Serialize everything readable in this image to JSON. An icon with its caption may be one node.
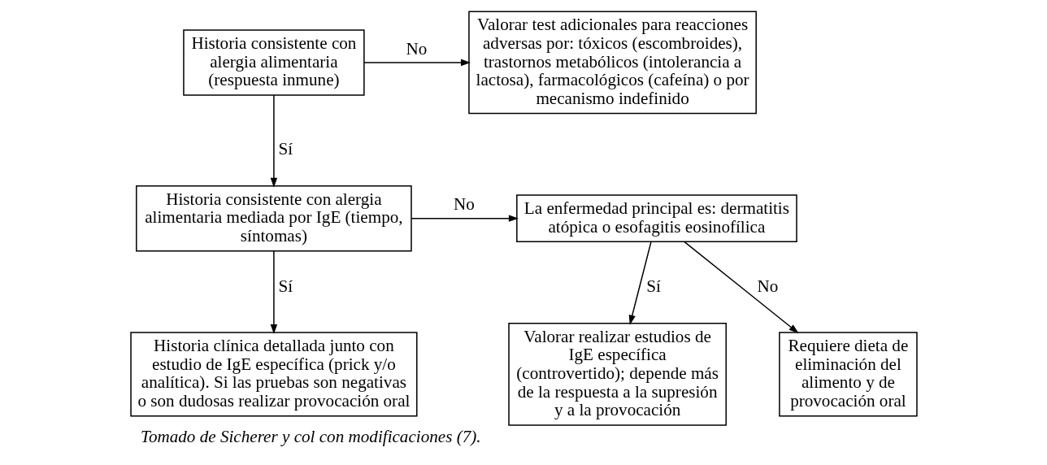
{
  "diagram": {
    "caption": "Tomado de Sicherer y col con modificaciones (7).",
    "nodes": [
      {
        "text": [
          "Historia consistente con alergia alimentaria (respuesta inmune)"
        ]
      },
      {
        "text": [
          "Valorar test adicionales para reacciones adversas por: tóxicos (escombroides), trastornos metabólicos (intolerancia a lactosa), farmacológicos (cafeína) o por mecanismo indefinido"
        ]
      },
      {
        "text": [
          "Historia consistente con alergia alimentaria mediada por IgE (tiempo, síntomas)"
        ]
      },
      {
        "text": [
          "La enfermedad principal es: dermatitis atópica o esofagitis eosinofílica"
        ]
      },
      {
        "text": [
          "Historia clínica detallada junto con estudio de IgE específica (prick y/o analítica). Si las pruebas son negativas o son dudosas realizar provocación oral"
        ]
      },
      {
        "text": [
          "Valorar realizar estudios de IgE específica (controvertido); depende más de la respuesta a la supresión y a la provocación"
        ]
      },
      {
        "text": [
          "Requiere dieta de eliminación del alimento y de provocación oral"
        ]
      }
    ],
    "edges": [
      {
        "from": 0,
        "to": 1,
        "arrow": "to",
        "label": "No"
      },
      {
        "from": 0,
        "to": 2,
        "arrow": "to",
        "label": "Sí"
      },
      {
        "from": 2,
        "to": 3,
        "arrow": "to",
        "label": "No"
      },
      {
        "from": 2,
        "to": 4,
        "arrow": "to",
        "label": "Sí"
      },
      {
        "from": 3,
        "to": 5,
        "arrow": "to",
        "label": "Sí"
      },
      {
        "from": 3,
        "to": 6,
        "arrow": "to",
        "label": "No"
      }
    ]
  }
}
